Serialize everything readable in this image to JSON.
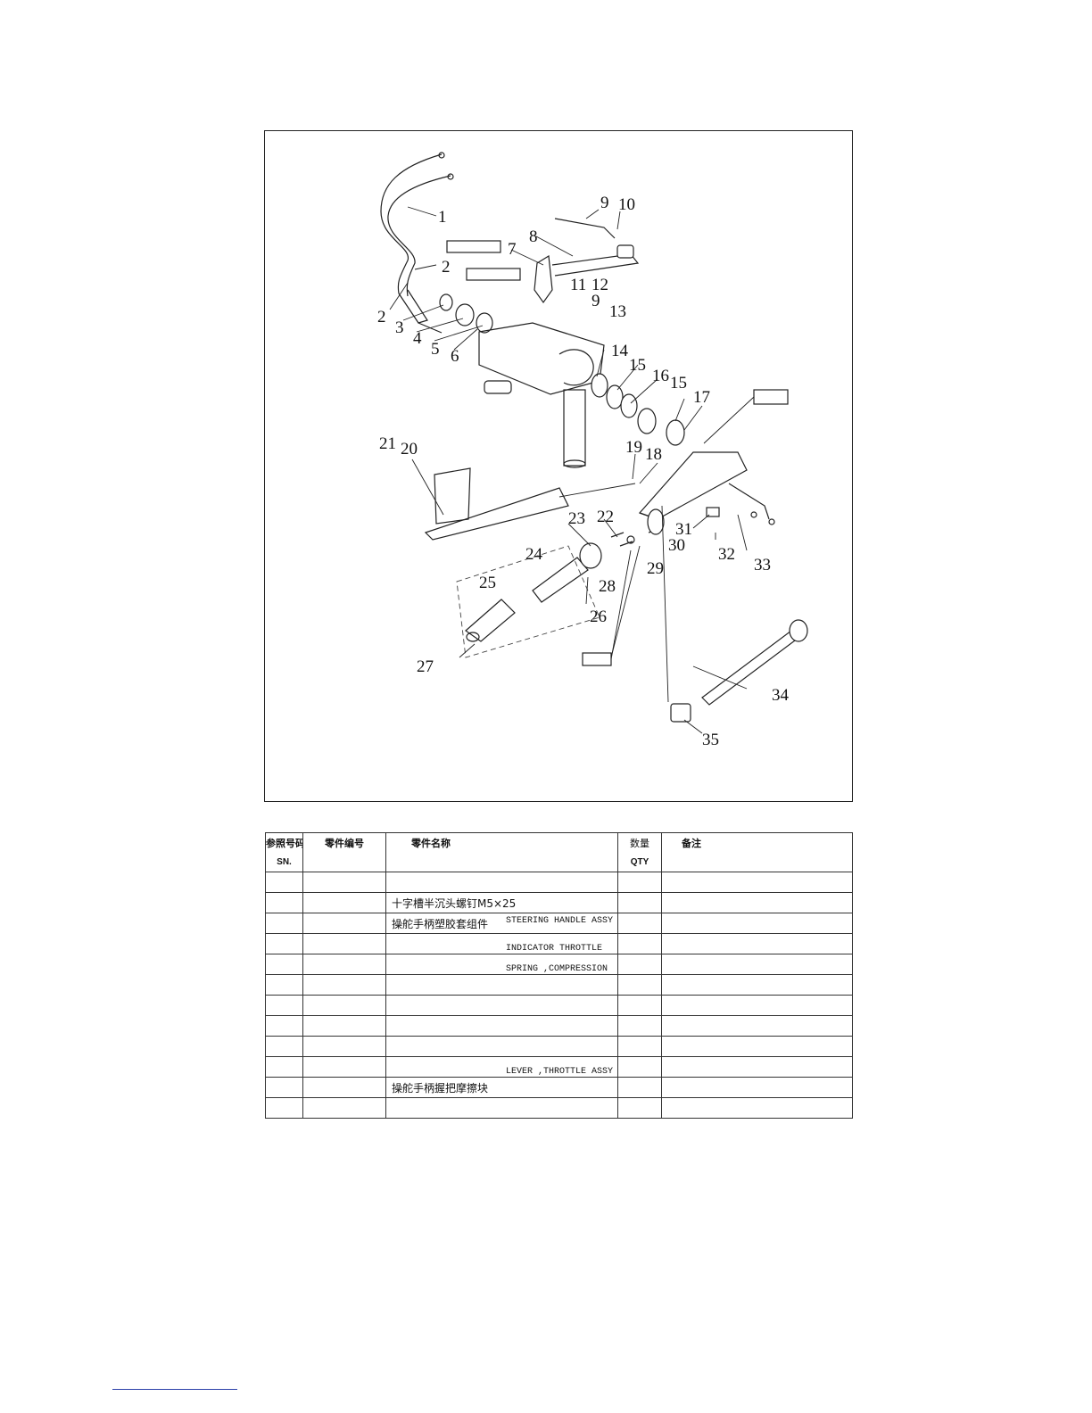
{
  "diagram": {
    "callouts": [
      "1",
      "2",
      "2",
      "3",
      "4",
      "5",
      "6",
      "7",
      "8",
      "9",
      "10",
      "11",
      "12",
      "9",
      "13",
      "14",
      "15",
      "16",
      "15",
      "17",
      "18",
      "19",
      "20",
      "21",
      "22",
      "23",
      "24",
      "25",
      "26",
      "27",
      "28",
      "29",
      "30",
      "31",
      "32",
      "33",
      "34",
      "35"
    ]
  },
  "table": {
    "headers": {
      "sn_cn": "参照号码",
      "sn_en": "SN.",
      "part_no": "零件编号",
      "part_name": "零件名称",
      "qty_cn": "数量",
      "qty_en": "QTY",
      "remarks": "备注"
    },
    "rows": [
      {
        "sn": "",
        "part_no": "",
        "name_cn": "",
        "name_en": "",
        "qty": "",
        "remarks": ""
      },
      {
        "sn": "",
        "part_no": "",
        "name_cn": "十字槽半沉头螺钉M5×25",
        "name_en": "",
        "qty": "",
        "remarks": ""
      },
      {
        "sn": "",
        "part_no": "",
        "name_cn": "操舵手柄塑胶套组件",
        "name_en": "STEERING HANDLE ASSY",
        "qty": "",
        "remarks": ""
      },
      {
        "sn": "",
        "part_no": "",
        "name_cn": "",
        "name_en": "INDICATOR THROTTLE",
        "qty": "",
        "remarks": ""
      },
      {
        "sn": "",
        "part_no": "",
        "name_cn": "",
        "name_en": "SPRING ,COMPRESSION",
        "qty": "",
        "remarks": ""
      },
      {
        "sn": "",
        "part_no": "",
        "name_cn": "",
        "name_en": "",
        "qty": "",
        "remarks": ""
      },
      {
        "sn": "",
        "part_no": "",
        "name_cn": "",
        "name_en": "",
        "qty": "",
        "remarks": ""
      },
      {
        "sn": "",
        "part_no": "",
        "name_cn": "",
        "name_en": "",
        "qty": "",
        "remarks": ""
      },
      {
        "sn": "",
        "part_no": "",
        "name_cn": "",
        "name_en": "",
        "qty": "",
        "remarks": ""
      },
      {
        "sn": "",
        "part_no": "",
        "name_cn": "",
        "name_en": "LEVER ,THROTTLE ASSY",
        "qty": "",
        "remarks": ""
      },
      {
        "sn": "",
        "part_no": "",
        "name_cn": "操舵手柄握把摩擦块",
        "name_en": "",
        "qty": "",
        "remarks": ""
      },
      {
        "sn": "",
        "part_no": "",
        "name_cn": "",
        "name_en": "",
        "qty": "",
        "remarks": ""
      }
    ]
  }
}
